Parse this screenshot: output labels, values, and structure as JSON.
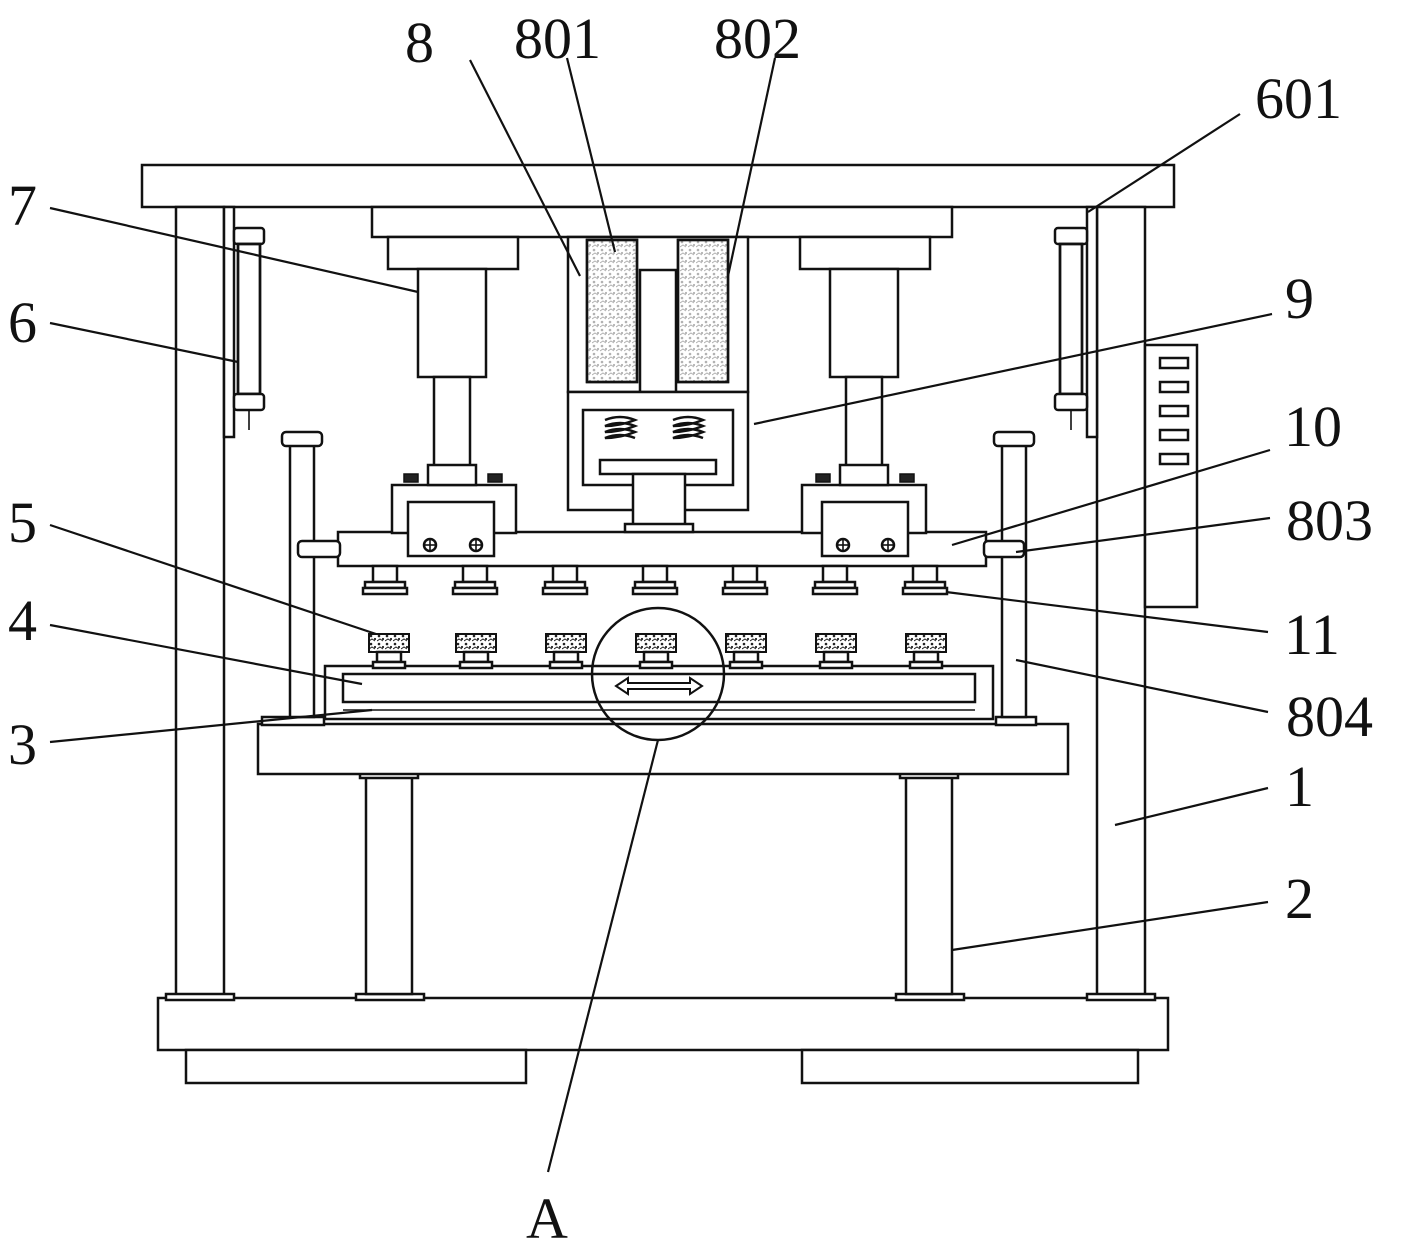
{
  "figure": {
    "labels": [
      {
        "id": "7",
        "text": "7"
      },
      {
        "id": "6",
        "text": "6"
      },
      {
        "id": "5",
        "text": "5"
      },
      {
        "id": "4",
        "text": "4"
      },
      {
        "id": "3",
        "text": "3"
      },
      {
        "id": "8",
        "text": "8"
      },
      {
        "id": "801",
        "text": "801"
      },
      {
        "id": "802",
        "text": "802"
      },
      {
        "id": "601",
        "text": "601"
      },
      {
        "id": "9",
        "text": "9"
      },
      {
        "id": "10",
        "text": "10"
      },
      {
        "id": "803",
        "text": "803"
      },
      {
        "id": "11",
        "text": "11"
      },
      {
        "id": "804",
        "text": "804"
      },
      {
        "id": "1",
        "text": "1"
      },
      {
        "id": "2",
        "text": "2"
      },
      {
        "id": "A",
        "text": "A"
      }
    ]
  }
}
